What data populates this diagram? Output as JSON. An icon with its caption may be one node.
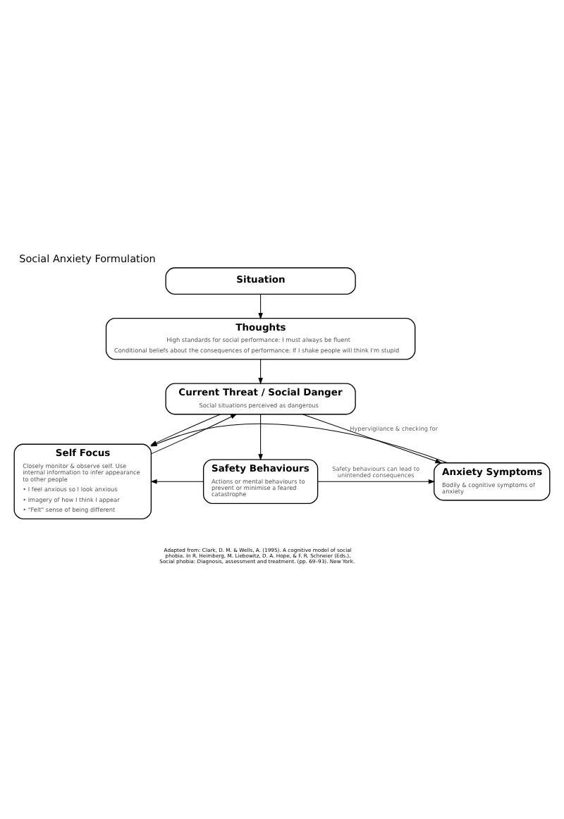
{
  "diagram": {
    "title": "Social Anxiety Formulation",
    "nodes": [
      {
        "text": [
          "Situation"
        ]
      },
      {
        "text": [
          "Thoughts",
          "High standards for social performance: I must always be fluent",
          "Conditional beliefs about the consequences of performance: If I shake people will think I'm stupid"
        ]
      },
      {
        "text": [
          "Current Threat / Social Danger",
          "Social situations perceived as dangerous"
        ]
      },
      {
        "text": [
          "Self Focus",
          "Closely monitor & observe self. Use internal information to infer appearance to other people",
          "• I feel anxious so I look anxious",
          "• Imagery of how I think I appear",
          "• \"Felt\" sense of being different"
        ]
      },
      {
        "text": [
          "Safety Behaviours",
          "Actions or mental behaviours to prevent or minimise a feared catastrophe"
        ]
      },
      {
        "text": [
          "Anxiety Symptoms",
          "Bodily & cognitive symptoms of anxiety"
        ]
      }
    ],
    "edges": [
      {
        "from": 0,
        "to": 1,
        "arrow": "to"
      },
      {
        "from": 1,
        "to": 2,
        "arrow": "to"
      },
      {
        "from": 2,
        "to": 3,
        "arrow": "to"
      },
      {
        "from": 3,
        "to": 2,
        "arrow": "to"
      },
      {
        "from": 2,
        "to": 4,
        "arrow": "to"
      },
      {
        "from": 2,
        "to": 5,
        "arrow": "to",
        "label": "Hypervigilance & checking for"
      },
      {
        "from": 4,
        "to": 3,
        "arrow": "to"
      },
      {
        "from": 5,
        "to": 3,
        "arrow": "to"
      },
      {
        "from": 4,
        "to": 5,
        "arrow": "to",
        "label": "Safety behaviours can lead to unintended consequences"
      }
    ],
    "labels": [
      "Adapted from: Clark, D. M. & Wells, A. (1995). A cognitive model of social phobia. In R. Heimberg, M. Liebowitz, D. A. Hope, & F. R. Schneier (Eds.), Social phobia: Diagnosis, assessment and treatment. (pp. 69–93). New York."
    ]
  }
}
